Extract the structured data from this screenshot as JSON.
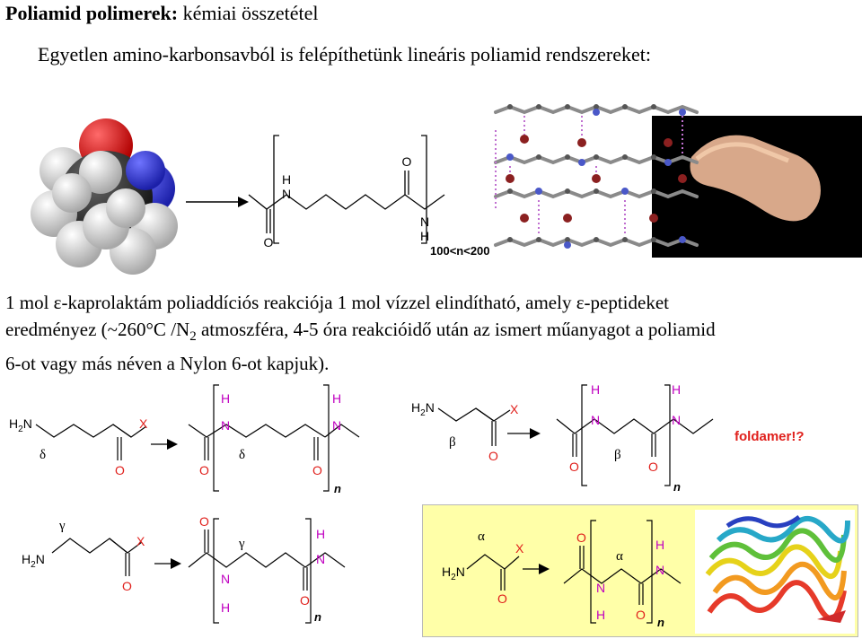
{
  "header": {
    "title_bold": "Poliamid polimerek:",
    "title_rest": "kémiai összetétel",
    "subtitle": "Egyetlen amino-karbonsavból is felépíthetünk lineáris poliamid rendszereket:"
  },
  "top_structure": {
    "atom_H": "H",
    "atom_N": "N",
    "atom_O": "O",
    "range_label": "100<n<200"
  },
  "paragraph": {
    "line1": "1 mol ε-kaprolaktám poliaddíciós reakciója 1 mol vízzel elindítható, amely ε-peptideket",
    "line2_a": "eredményez (~260°C /N",
    "line2_sub": "2",
    "line2_b": " atmoszféra, 4-5 óra reakcióidő után az ismert műanyagot a poliamid",
    "line3": "6-ot vagy más néven a Nylon 6-ot kapjuk)."
  },
  "reactions": {
    "h2n": "H",
    "h2n_sub": "2",
    "h2n_n": "N",
    "x": "X",
    "o": "O",
    "h": "H",
    "n_atom": "N",
    "n_index": "n",
    "delta": "δ",
    "beta": "β",
    "gamma": "γ",
    "alpha": "α",
    "foldamer": "foldamer!?"
  },
  "colors": {
    "magenta": "#c000c0",
    "red": "#e0201c",
    "highlight": "#ffffa8",
    "black": "#000000"
  }
}
